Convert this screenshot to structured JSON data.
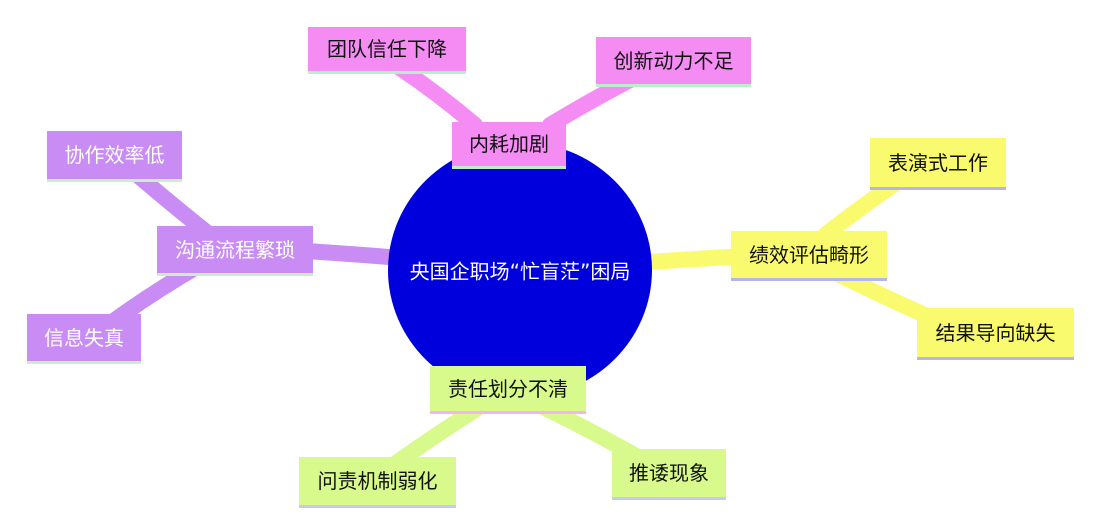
{
  "center": {
    "label": "央国企职场“忙盲茫”困局",
    "color": "#0000dd"
  },
  "branches": [
    {
      "label": "内耗加剧",
      "color": "#f48cf4",
      "children": [
        "团队信任下降",
        "创新动力不足"
      ]
    },
    {
      "label": "绩效评估畸形",
      "color": "#fafa6e",
      "children": [
        "表演式工作",
        "结果导向缺失"
      ]
    },
    {
      "label": "责任划分不清",
      "color": "#d8fa8c",
      "children": [
        "问责机制弱化",
        "推诿现象"
      ]
    },
    {
      "label": "沟通流程繁琐",
      "color": "#c88cf4",
      "children": [
        "协作效率低",
        "信息失真"
      ]
    }
  ]
}
